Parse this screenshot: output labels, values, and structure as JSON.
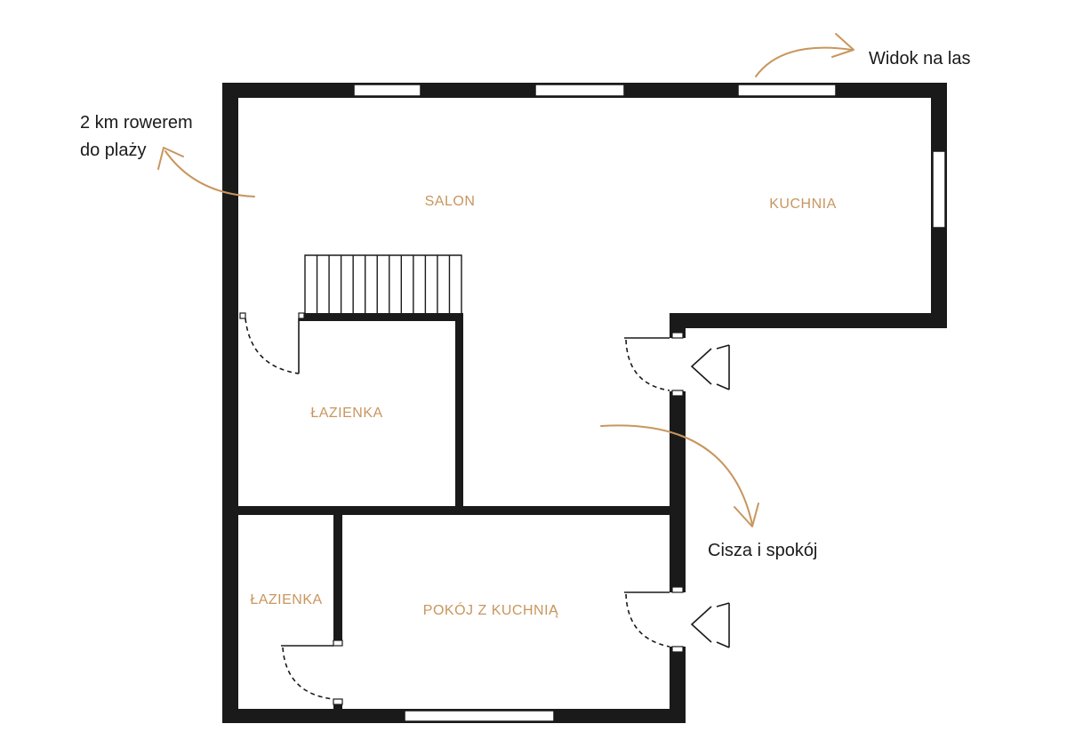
{
  "rooms": {
    "salon": "SALON",
    "kuchnia": "KUCHNIA",
    "lazienka_upper": "ŁAZIENKA",
    "lazienka_lower": "ŁAZIENKA",
    "pokoj": "POKÓJ Z KUCHNIĄ"
  },
  "notes": {
    "forest": "Widok na las",
    "beach_line1": "2 km rowerem",
    "beach_line2": "do plaży",
    "quiet": "Cisza i spokój"
  },
  "colors": {
    "wall": "#1a1a1a",
    "accent": "#c8965e"
  }
}
